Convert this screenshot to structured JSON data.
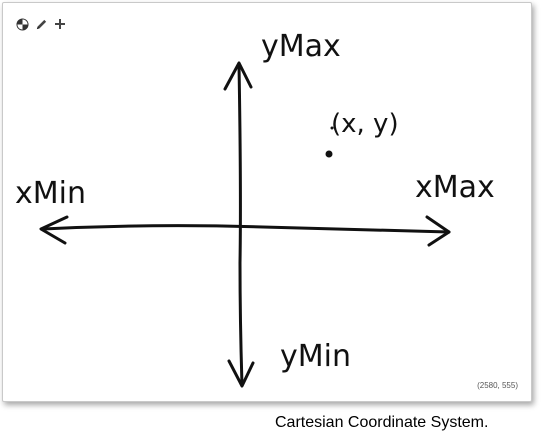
{
  "toolbar": {
    "icons": [
      "globe-icon",
      "pencil-icon",
      "plus-icon"
    ]
  },
  "diagram": {
    "labels": {
      "y_max": "yMax",
      "y_min": "yMin",
      "x_min": "xMin",
      "x_max": "xMax",
      "point": "(x, y)"
    },
    "stroke_color": "#111111"
  },
  "status": {
    "coords": "(2580, 555)"
  },
  "caption": "Cartesian Coordinate System."
}
